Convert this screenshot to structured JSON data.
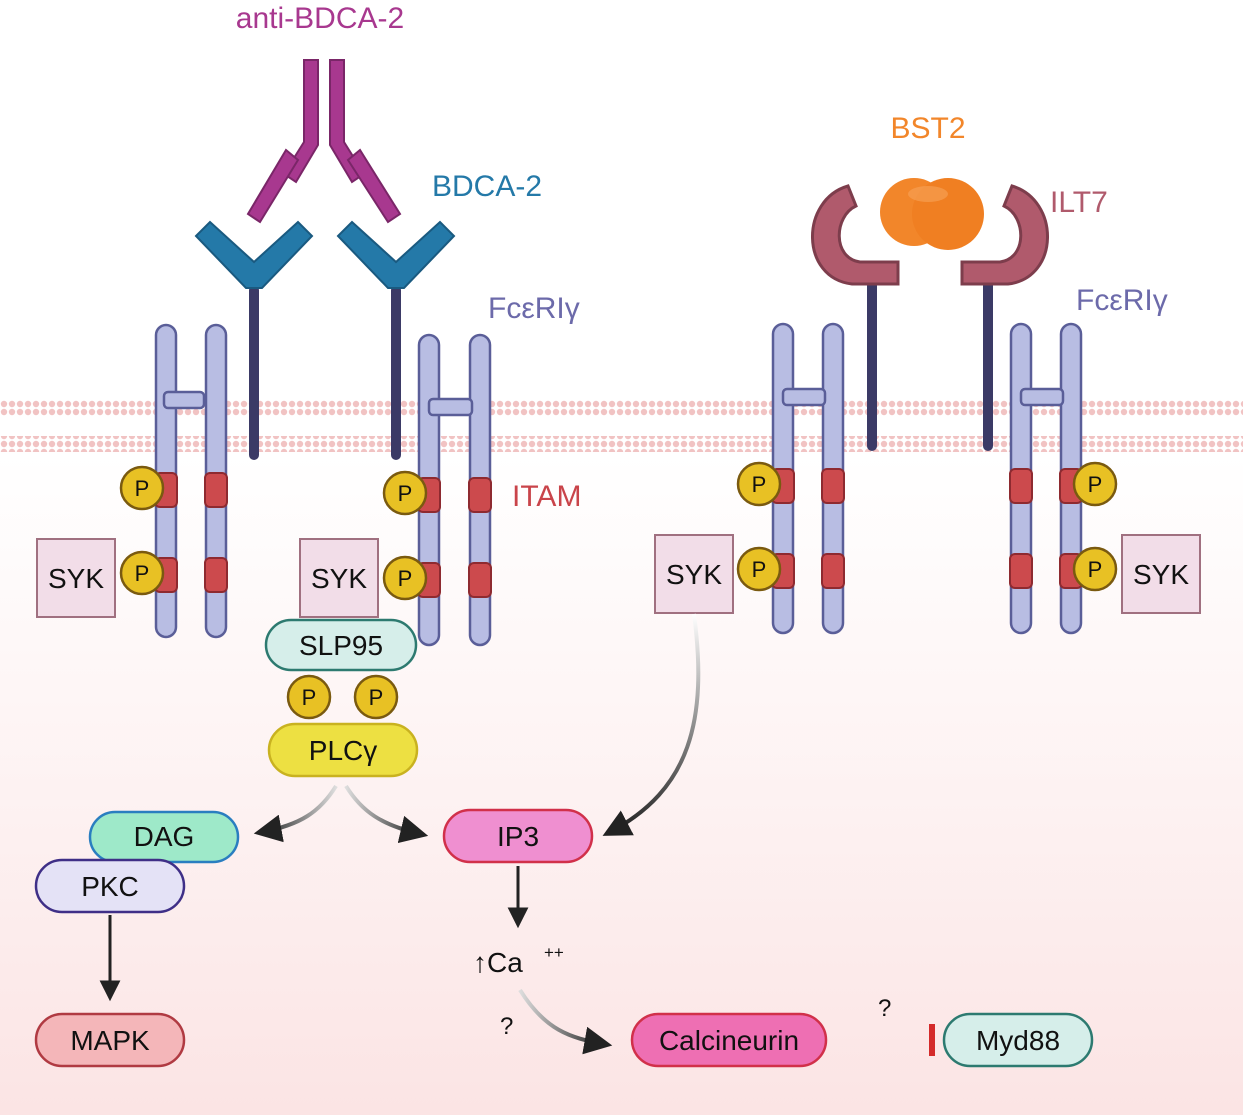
{
  "labels": {
    "antibody": "anti-BDCA-2",
    "bdca2": "BDCA-2",
    "fceri_left": "FcεRIγ",
    "fceri_right": "FcεRIγ",
    "itam": "ITAM",
    "bst2": "BST2",
    "ilt7": "ILT7"
  },
  "phospho_label": "P",
  "syk_label": "SYK",
  "nodes": {
    "slp95": "SLP95",
    "plcg": "PLCγ",
    "dag": "DAG",
    "pkc": "PKC",
    "mapk": "MAPK",
    "ip3": "IP3",
    "calcium": "↑Ca",
    "calcium_sup": "++",
    "calcineurin": "Calcineurin",
    "myd88": "Myd88"
  },
  "unknown_marks": {
    "calcium_to_calcineurin": "?",
    "calcineurin_inhibits_myd88": "?"
  },
  "colors": {
    "antibody": "#a8388f",
    "bdca2": "#2479a8",
    "fceri": "#6c6aaa",
    "itam": "#c9444a",
    "bst2": "#f2862a",
    "ilt7": "#b05a6c",
    "chain_fill": "#b8bde3",
    "chain_stroke": "#5a5e98",
    "itam_fill": "#cc4a4d",
    "phospho_fill": "#e8c124",
    "syk_fill": "#f2dde8",
    "membrane_dot": "#f1c3c3",
    "inhibition": "#d42a2a"
  }
}
